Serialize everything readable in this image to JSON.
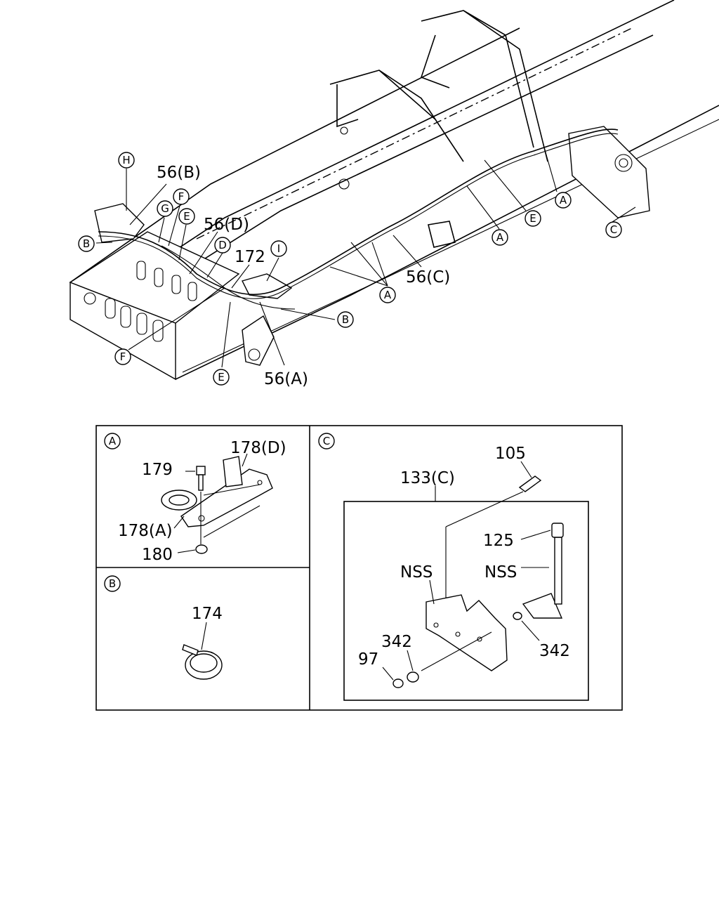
{
  "callouts": {
    "H": "H",
    "B_left": "B",
    "G": "G",
    "F_top": "F",
    "E_left": "E",
    "D": "D",
    "I": "I",
    "F_bottom": "F",
    "E_bottom": "E",
    "B_right": "B",
    "A_mid": "A",
    "A_right1": "A",
    "E_right": "E",
    "A_right2": "A",
    "C": "C"
  },
  "labels": {
    "l56B": "56(B)",
    "l56D": "56(D)",
    "l172": "172",
    "l56C": "56(C)",
    "l56A": "56(A)"
  },
  "panelA": {
    "tag": "A",
    "p179": "179",
    "p178D": "178(D)",
    "p178A": "178(A)",
    "p180": "180"
  },
  "panelB": {
    "tag": "B",
    "p174": "174"
  },
  "panelC": {
    "tag": "C",
    "p105": "105",
    "p133C": "133(C)",
    "p125": "125",
    "nss1": "NSS",
    "nss2": "NSS",
    "p342a": "342",
    "p97": "97",
    "p342b": "342"
  }
}
